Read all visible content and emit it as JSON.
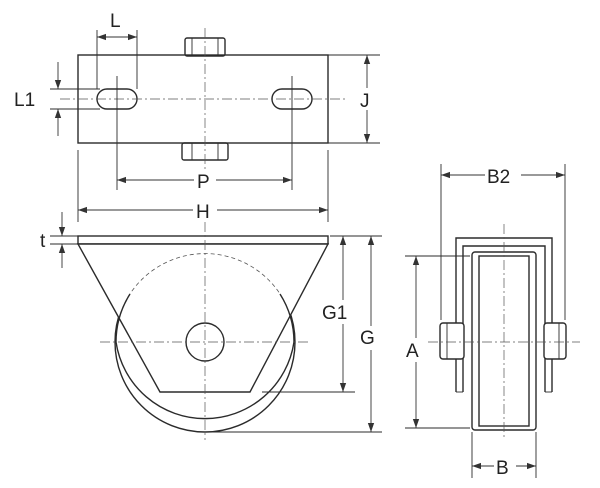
{
  "labels": {
    "L": "L",
    "L1": "L1",
    "J": "J",
    "P": "P",
    "H": "H",
    "t": "t",
    "G1": "G1",
    "G": "G",
    "A": "A",
    "B2": "B2",
    "B": "B"
  }
}
